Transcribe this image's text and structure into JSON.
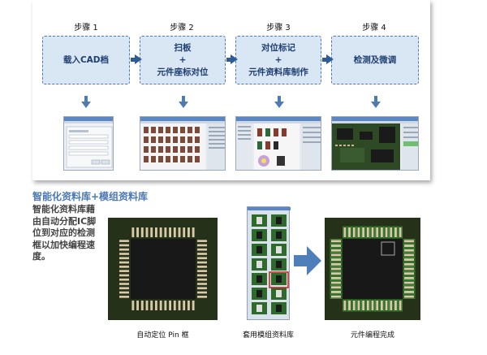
{
  "workflow": {
    "steps": [
      {
        "label": "步骤 1",
        "lines": [
          "载入CAD档"
        ]
      },
      {
        "label": "步骤 2",
        "lines": [
          "扫板",
          "+",
          "元件座标对位"
        ]
      },
      {
        "label": "步骤 3",
        "lines": [
          "对位标记",
          "+",
          "元件资料库制作"
        ]
      },
      {
        "label": "步骤 4",
        "lines": [
          "检测及微调"
        ]
      }
    ],
    "arrow_color": "#2f5b96",
    "box_fill": "#d9e6f3",
    "box_border": "#4f7bb0"
  },
  "section": {
    "title": "智能化资料库+模组资料库",
    "description": "智能化资料库藉由自动分配IC脚位到对应的检测框以加快编程速度。"
  },
  "captions": {
    "left": "自动定位 Pin 框",
    "middle": "套用模组资料库",
    "right": "元件编程完成"
  },
  "colors": {
    "title": "#4a78b5",
    "big_arrow": "#4e7fb8",
    "pin_box": "#3bbf3b"
  }
}
